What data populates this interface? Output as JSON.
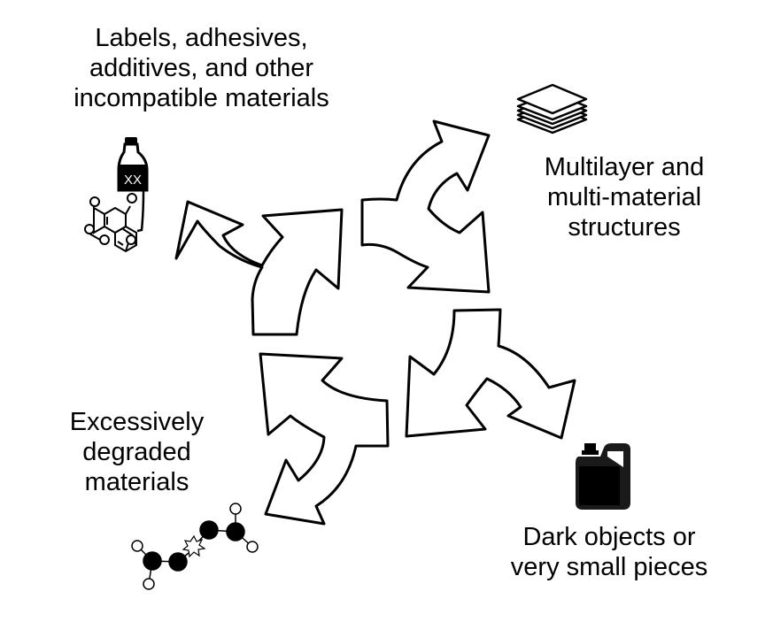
{
  "diagram": {
    "title": "Challenges in plastic recycling",
    "colors": {
      "stroke": "#000000",
      "fill": "#ffffff",
      "icon": "#000000"
    },
    "challenges": [
      {
        "id": "top-left",
        "label": "Labels, adhesives,\nadditives, and other\nincompatible materials",
        "icon": "bottle-and-molecule-icon",
        "bottle_text": "XX"
      },
      {
        "id": "top-right",
        "label": "Multilayer and\nmulti-material\nstructures",
        "icon": "stacked-layers-icon"
      },
      {
        "id": "bottom-left",
        "label": "Excessively\ndegraded\nmaterials",
        "icon": "broken-molecule-chain-icon"
      },
      {
        "id": "bottom-right",
        "label": "Dark objects or\nvery small pieces",
        "icon": "dark-canister-icon"
      }
    ]
  }
}
